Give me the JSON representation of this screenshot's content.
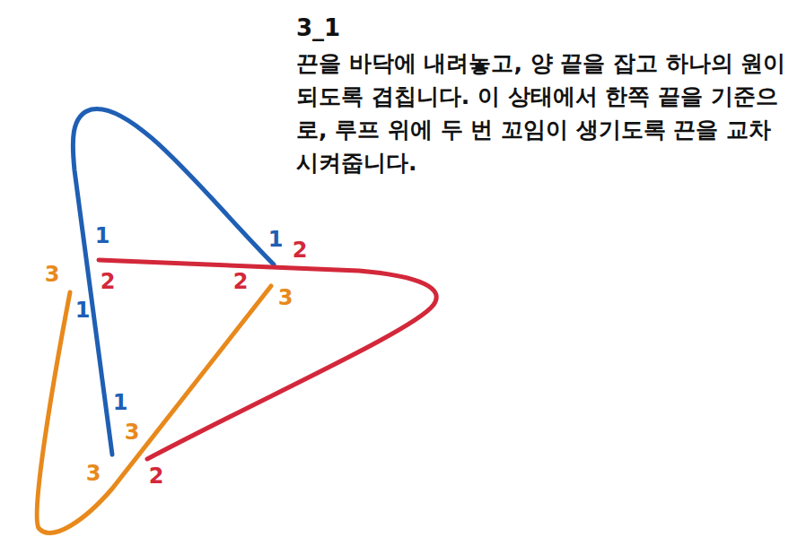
{
  "diagram": {
    "title": "3_1",
    "labels": [
      "끈을 바닥에 내려놓고, 양 끝을 잡고 하나의 원이 되도록 겹칩니다. 이 상태에서 한쪽 끝을 기준으로, 루프 위에 두 번 꼬임이 생기도록 끈을 교차시켜줍니다.",
      "1",
      "1",
      "2",
      "3",
      "2",
      "2",
      "3",
      "1",
      "1",
      "3",
      "3",
      "2"
    ]
  }
}
